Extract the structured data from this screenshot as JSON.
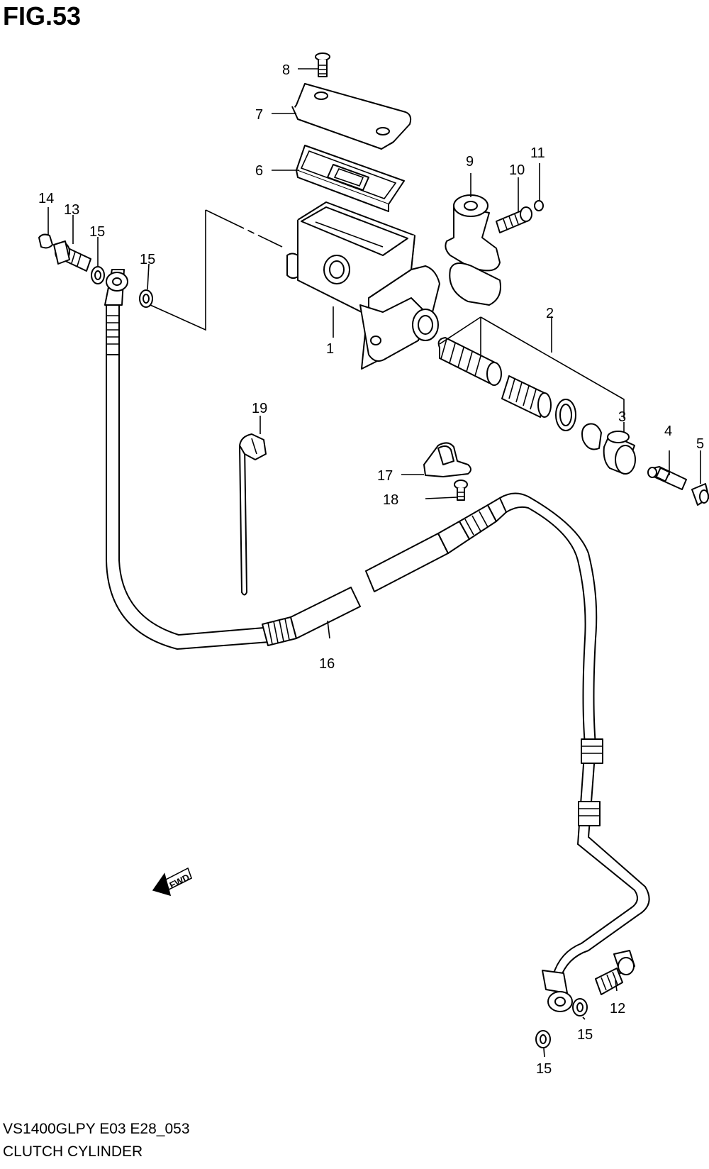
{
  "figure": {
    "title": "FIG.53",
    "model_code": "VS1400GLPY E03 E28_053",
    "caption": "CLUTCH CYLINDER"
  },
  "callouts": [
    {
      "id": "c1",
      "label": "1"
    },
    {
      "id": "c2",
      "label": "2"
    },
    {
      "id": "c3",
      "label": "3"
    },
    {
      "id": "c4",
      "label": "4"
    },
    {
      "id": "c5",
      "label": "5"
    },
    {
      "id": "c6",
      "label": "6"
    },
    {
      "id": "c7",
      "label": "7"
    },
    {
      "id": "c8",
      "label": "8"
    },
    {
      "id": "c9",
      "label": "9"
    },
    {
      "id": "c10",
      "label": "10"
    },
    {
      "id": "c11",
      "label": "11"
    },
    {
      "id": "c12",
      "label": "12"
    },
    {
      "id": "c13",
      "label": "13"
    },
    {
      "id": "c14",
      "label": "14"
    },
    {
      "id": "c15a",
      "label": "15"
    },
    {
      "id": "c15b",
      "label": "15"
    },
    {
      "id": "c15c",
      "label": "15"
    },
    {
      "id": "c15d",
      "label": "15"
    },
    {
      "id": "c16",
      "label": "16"
    },
    {
      "id": "c17",
      "label": "17"
    },
    {
      "id": "c18",
      "label": "18"
    },
    {
      "id": "c19",
      "label": "19"
    }
  ],
  "direction_indicator": {
    "label": "FWD",
    "icon": "fwd-arrow-icon"
  }
}
